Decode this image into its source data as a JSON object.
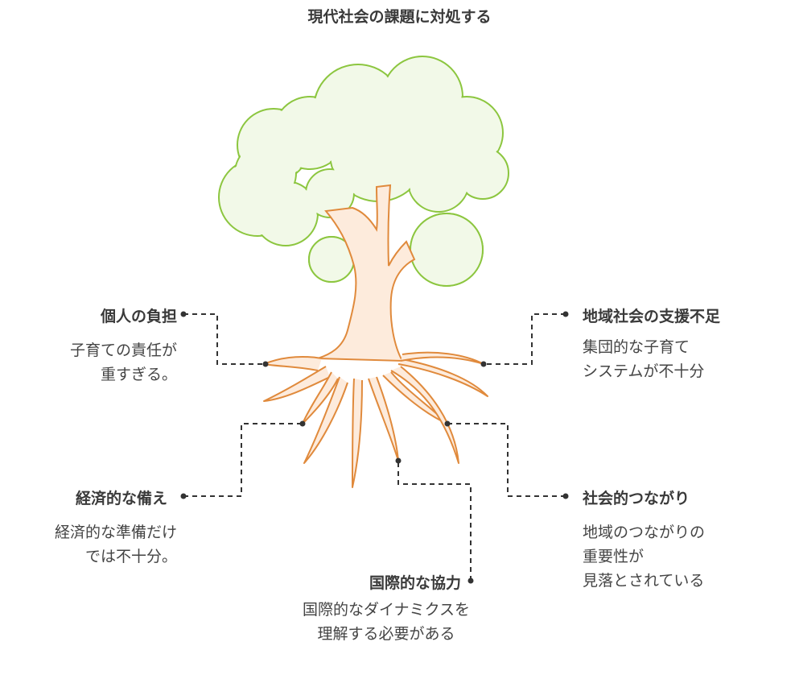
{
  "title": "現代社会の課題に対処する",
  "colors": {
    "leaf_fill": "#f2f9e8",
    "leaf_stroke": "#8cc63f",
    "trunk_fill": "#fdebdc",
    "trunk_stroke": "#e08a3c",
    "connector": "#333333"
  },
  "items": [
    {
      "label": "個人の負担",
      "desc": "子育ての責任が\n重すぎる。"
    },
    {
      "label": "地域社会の支援不足",
      "desc": "集団的な子育て\nシステムが不十分"
    },
    {
      "label": "経済的な備え",
      "desc": "経済的な準備だけ\nでは不十分。"
    },
    {
      "label": "社会的つながり",
      "desc": "地域のつながりの\n重要性が\n見落とされている"
    },
    {
      "label": "国際的な協力",
      "desc": "国際的なダイナミクスを\n理解する必要がある"
    }
  ]
}
